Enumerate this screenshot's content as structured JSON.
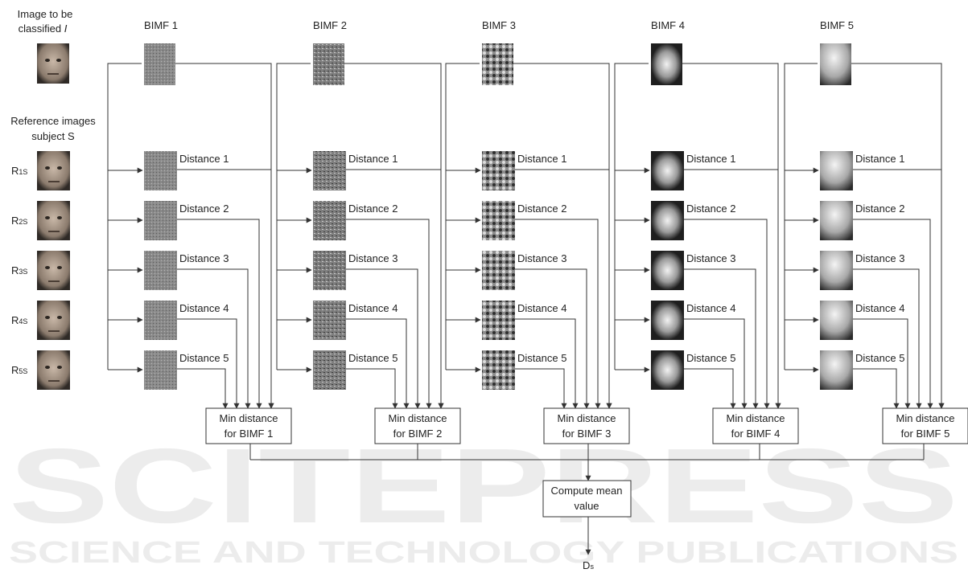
{
  "watermark": {
    "title": "SCITEPRESS",
    "subtitle": "SCIENCE AND TECHNOLOGY PUBLICATIONS"
  },
  "labels": {
    "input_line1": "Image to be",
    "input_line2": "classified",
    "input_var": "I",
    "ref_line1": "Reference images",
    "ref_line2": "subject S",
    "mean_line1": "Compute mean",
    "mean_line2": "value",
    "output": "Ds"
  },
  "references": [
    {
      "label": "R1S"
    },
    {
      "label": "R2S"
    },
    {
      "label": "R3S"
    },
    {
      "label": "R4S"
    },
    {
      "label": "R5S"
    }
  ],
  "bimfs": [
    {
      "title": "BIMF 1",
      "min_line1": "Min distance",
      "min_line2": "for BIMF 1",
      "style": "fine"
    },
    {
      "title": "BIMF 2",
      "min_line1": "Min distance",
      "min_line2": "for BIMF 2",
      "style": "fine-dark"
    },
    {
      "title": "BIMF 3",
      "min_line1": "Min distance",
      "min_line2": "for BIMF 3",
      "style": "medium"
    },
    {
      "title": "BIMF 4",
      "min_line1": "Min distance",
      "min_line2": "for BIMF 4",
      "style": "blob"
    },
    {
      "title": "BIMF 5",
      "min_line1": "Min distance",
      "min_line2": "for BIMF 5",
      "style": "smooth"
    }
  ],
  "distances": [
    "Distance 1",
    "Distance 2",
    "Distance 3",
    "Distance 4",
    "Distance 5"
  ],
  "colors": {
    "face_skin": "#9a9a9a",
    "line": "#333333",
    "watermark": "#ececec"
  }
}
